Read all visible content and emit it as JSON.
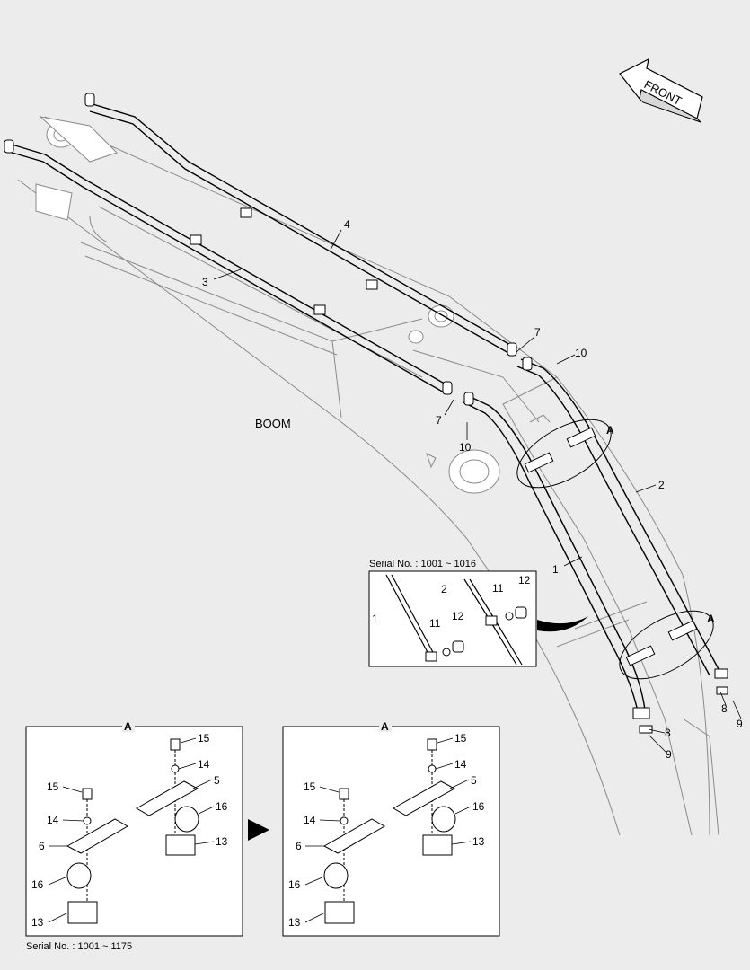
{
  "diagram": {
    "front_label": "FRONT",
    "boom_label": "BOOM",
    "callouts": {
      "c1": "1",
      "c2": "2",
      "c3": "3",
      "c4": "4",
      "c7a": "7",
      "c7b": "7",
      "c10a": "10",
      "c10b": "10",
      "c8a": "8",
      "c8b": "8",
      "c9a": "9",
      "c9b": "9",
      "cA1": "A",
      "cA2": "A"
    },
    "inset_serial": {
      "title": "Serial No. : 1001 ~ 1016",
      "labels": {
        "l1": "1",
        "l2": "2",
        "l11a": "11",
        "l12a": "12",
        "l11b": "11",
        "l12b": "12"
      }
    },
    "detail_left": {
      "header": "A",
      "serial_note": "Serial No. : 1001 ~ 1175",
      "labels": {
        "l15a": "15",
        "l14a": "14",
        "l5": "5",
        "l16a": "16",
        "l13a": "13",
        "l15b": "15",
        "l14b": "14",
        "l6": "6",
        "l16b": "16",
        "l13b": "13"
      }
    },
    "detail_right": {
      "header": "A",
      "labels": {
        "l15a": "15",
        "l14a": "14",
        "l5": "5",
        "l16a": "16",
        "l13a": "13",
        "l15b": "15",
        "l14b": "14",
        "l6": "6",
        "l16b": "16",
        "l13b": "13"
      }
    }
  }
}
